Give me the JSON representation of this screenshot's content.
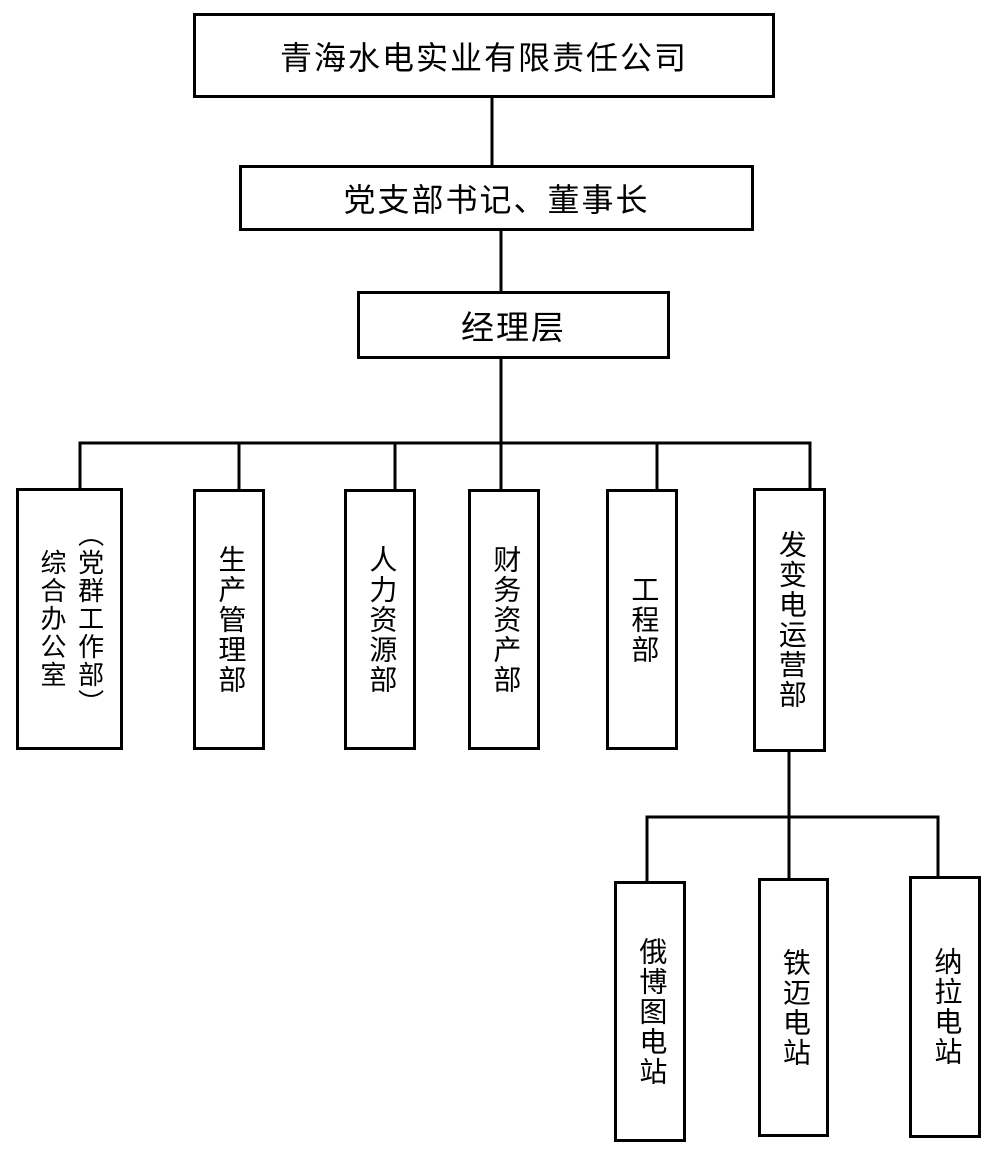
{
  "org": {
    "root": {
      "label": "青海水电实业有限责任公司"
    },
    "chairman": {
      "label": "党支部书记、董事长"
    },
    "management": {
      "label": "经理层"
    },
    "departments": [
      {
        "label": "综合办公室",
        "sublabel": "（党群工作部）"
      },
      {
        "label": "生产管理部"
      },
      {
        "label": "人力资源部"
      },
      {
        "label": "财务资产部"
      },
      {
        "label": "工程部"
      },
      {
        "label": "发变电运营部"
      }
    ],
    "stations": [
      {
        "label": "俄博图电站"
      },
      {
        "label": "铁迈电站"
      },
      {
        "label": "纳拉电站"
      }
    ]
  },
  "style": {
    "ink_color": "#000000",
    "background_color": "#ffffff"
  }
}
